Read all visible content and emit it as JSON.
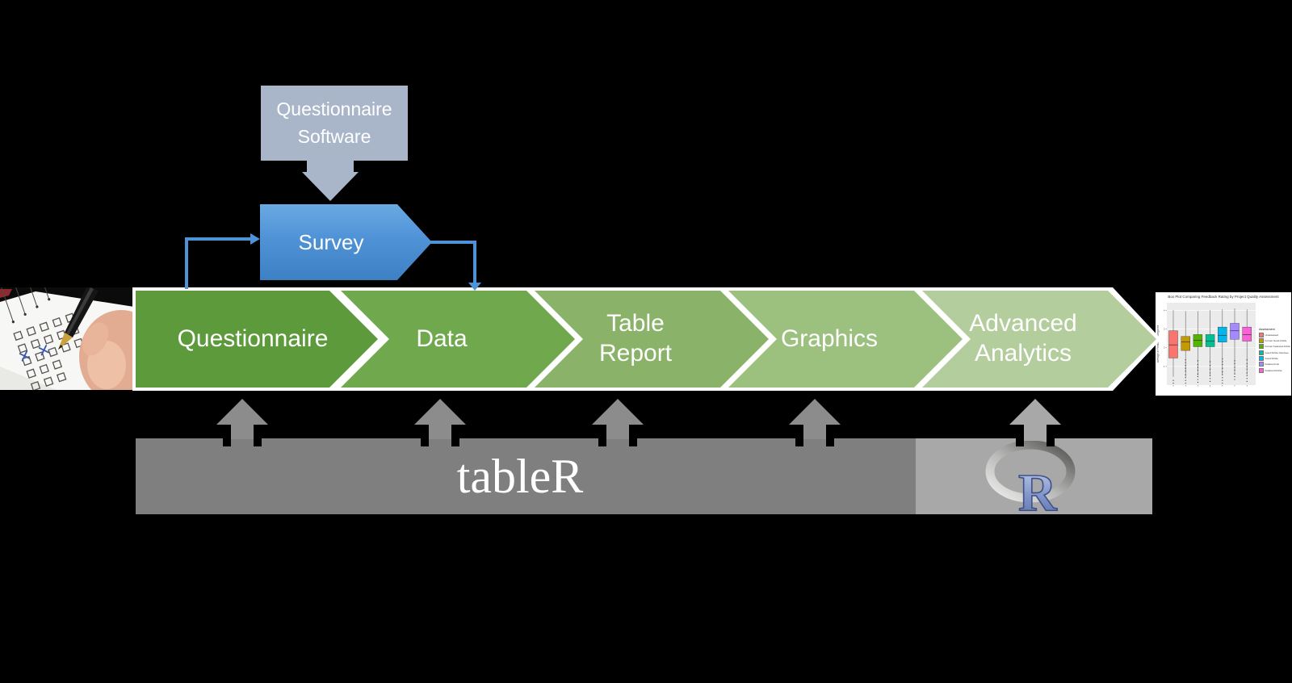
{
  "background": "#000000",
  "software_box": {
    "lines": [
      "Questionnaire",
      "Software"
    ],
    "fill": "#a9b6ca"
  },
  "survey": {
    "label": "Survey",
    "fill_top": "#6aa9e2",
    "fill_bottom": "#3e80c4"
  },
  "connector_color": "#4e92d8",
  "chevrons": [
    {
      "lines": [
        "Questionnaire"
      ],
      "color": "#5d9a3c"
    },
    {
      "lines": [
        "Data"
      ],
      "color": "#70a84d"
    },
    {
      "lines": [
        "Table",
        "Report"
      ],
      "color": "#8ab369"
    },
    {
      "lines": [
        "Graphics"
      ],
      "color": "#9cc07e"
    },
    {
      "lines": [
        "Advanced",
        "Analytics"
      ],
      "color": "#b4cd9c"
    }
  ],
  "up_arrows": {
    "centers": [
      300,
      545,
      765,
      1009,
      1282
    ],
    "colors": [
      "#8c8c8c",
      "#8c8c8c",
      "#8c8c8c",
      "#8c8c8c",
      "#a8a8a8"
    ]
  },
  "tabler_bar": {
    "label": "tableR",
    "dark_color": "#7f7f7f",
    "light_color": "#a8a8a8"
  },
  "r_logo": {
    "letter": "R",
    "ring_color": "#9a9a9a",
    "letter_color": "#8095c8"
  },
  "chart_data": {
    "type": "boxplot",
    "title": "Box Plot Comparing Feedback Rating by Project Quality Assessment",
    "ylabel": "Average of Feedback Categories",
    "legend_title": "Assessment",
    "categories": [
      "Unassessed",
      "Former Good Article",
      "Former Featured Article",
      "Good Article Nominee",
      "Good Article",
      "Featured List",
      "Featured Article"
    ],
    "colors": [
      "#F8766D",
      "#C49A00",
      "#53B400",
      "#00C094",
      "#00B6EB",
      "#A58AFF",
      "#FB61D7"
    ],
    "ylim": [
      0,
      4.4
    ],
    "yticks": [
      1,
      2,
      3,
      4
    ],
    "boxes": [
      {
        "lo": 0.45,
        "q1": 1.45,
        "med": 2.15,
        "q3": 2.9,
        "hi": 4.0,
        "outliers": [
          0.25,
          0.1
        ]
      },
      {
        "lo": 0.45,
        "q1": 1.85,
        "med": 2.3,
        "q3": 2.6,
        "hi": 3.95,
        "outliers": [
          1.35,
          1.2,
          1.05,
          0.9,
          0.75,
          0.55,
          0.4,
          0.25,
          0.1
        ]
      },
      {
        "lo": 0.5,
        "q1": 2.05,
        "med": 2.4,
        "q3": 2.7,
        "hi": 3.95,
        "outliers": [
          1.3,
          1.1,
          0.95,
          0.8,
          0.6,
          0.45,
          0.3,
          0.15
        ]
      },
      {
        "lo": 0.5,
        "q1": 2.05,
        "med": 2.35,
        "q3": 2.7,
        "hi": 4.0,
        "outliers": [
          1.25,
          1.05,
          0.85,
          0.65,
          0.5,
          0.35,
          0.2
        ]
      },
      {
        "lo": 0.55,
        "q1": 2.3,
        "med": 2.65,
        "q3": 3.1,
        "hi": 4.05,
        "outliers": [
          1.4,
          1.25,
          1.1,
          0.9,
          0.7,
          0.55,
          0.4,
          0.25,
          0.1
        ]
      },
      {
        "lo": 0.6,
        "q1": 2.45,
        "med": 2.9,
        "q3": 3.3,
        "hi": 4.1,
        "outliers": [
          1.3,
          1.15,
          0.95,
          0.8,
          0.6,
          0.45,
          0.3
        ]
      },
      {
        "lo": 0.55,
        "q1": 2.35,
        "med": 2.7,
        "q3": 3.1,
        "hi": 4.05,
        "outliers": [
          1.35,
          1.15,
          1.0,
          0.85,
          0.65,
          0.5,
          0.35,
          0.2
        ]
      }
    ]
  }
}
